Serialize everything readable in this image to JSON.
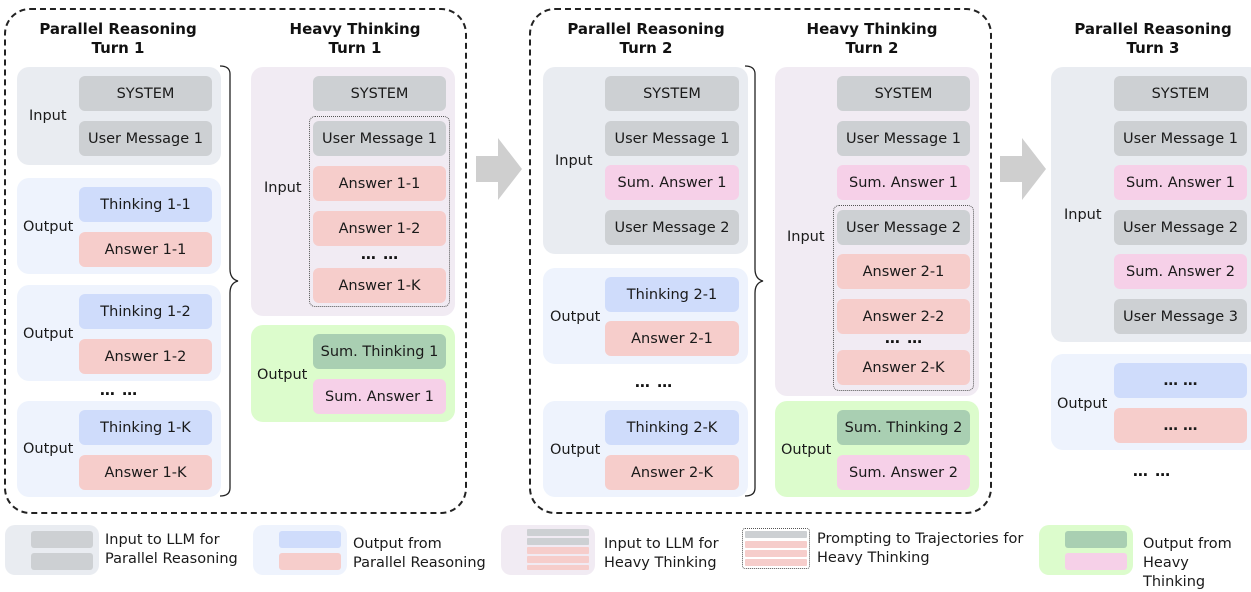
{
  "labels": {
    "input": "Input",
    "output": "Output",
    "ellipsis": "… …"
  },
  "turn1": {
    "parallel": {
      "title_line1": "Parallel Reasoning",
      "title_line2": "Turn 1",
      "input": [
        "SYSTEM",
        "User Message 1"
      ],
      "outputs": [
        [
          "Thinking 1-1",
          "Answer 1-1"
        ],
        [
          "Thinking 1-2",
          "Answer 1-2"
        ],
        [
          "Thinking 1-K",
          "Answer 1-K"
        ]
      ]
    },
    "heavy": {
      "title_line1": "Heavy Thinking",
      "title_line2": "Turn 1",
      "input": [
        "SYSTEM",
        "User Message 1",
        "Answer 1-1",
        "Answer 1-2",
        "Answer 1-K"
      ],
      "output": [
        "Sum. Thinking 1",
        "Sum. Answer 1"
      ]
    }
  },
  "turn2": {
    "parallel": {
      "title_line1": "Parallel Reasoning",
      "title_line2": "Turn 2",
      "input": [
        "SYSTEM",
        "User Message 1",
        "Sum. Answer 1",
        "User Message 2"
      ],
      "outputs": [
        [
          "Thinking 2-1",
          "Answer 2-1"
        ],
        [
          "Thinking 2-K",
          "Answer 2-K"
        ]
      ]
    },
    "heavy": {
      "title_line1": "Heavy Thinking",
      "title_line2": "Turn 2",
      "input": [
        "SYSTEM",
        "User Message 1",
        "Sum. Answer 1",
        "User Message 2",
        "Answer 2-1",
        "Answer 2-2",
        "Answer 2-K"
      ],
      "output": [
        "Sum. Thinking 2",
        "Sum. Answer 2"
      ]
    }
  },
  "turn3": {
    "parallel": {
      "title_line1": "Parallel Reasoning",
      "title_line2": "Turn 3",
      "input": [
        "SYSTEM",
        "User Message 1",
        "Sum. Answer 1",
        "User Message 2",
        "Sum. Answer 2",
        "User Message 3"
      ]
    }
  },
  "legend": [
    {
      "line1": "Input to LLM for",
      "line2": "Parallel Reasoning"
    },
    {
      "line1": "Output from",
      "line2": "Parallel Reasoning"
    },
    {
      "line1": "Input to LLM for",
      "line2": "Heavy Thinking"
    },
    {
      "line1": "Prompting to Trajectories for",
      "line2": "Heavy Thinking"
    },
    {
      "line1": "Output from",
      "line2": "Heavy Thinking"
    }
  ],
  "colors": {
    "system_user": "#cdd0d3",
    "thinking": "#cfdcfb",
    "answer": "#f6cdcb",
    "sum_answer": "#f6d0e8",
    "sum_thinking": "#a9cfb2",
    "parallel_input_bg": "#e9ecf1",
    "parallel_output_bg": "#eef3fd",
    "heavy_input_bg": "#f1ebf3",
    "heavy_output_bg": "#dcfccc"
  }
}
